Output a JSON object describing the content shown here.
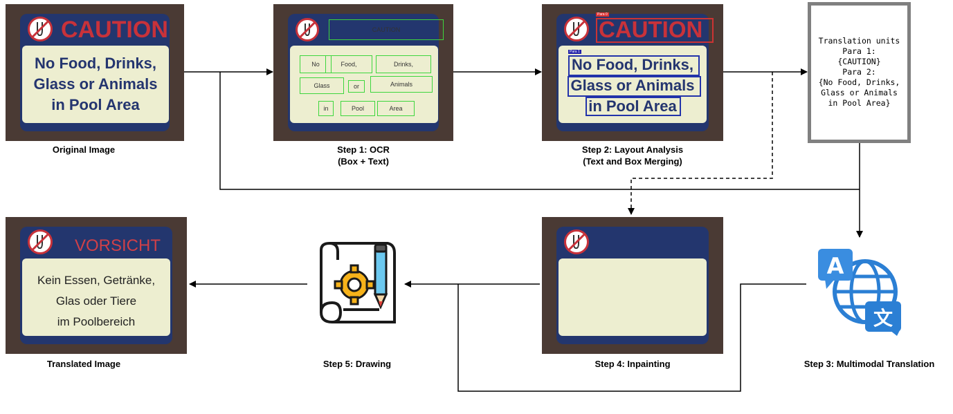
{
  "original": {
    "caution": "CAUTION",
    "lines": [
      "No Food, Drinks,",
      "Glass or Animals",
      "in Pool Area"
    ],
    "caption": "Original Image"
  },
  "step1": {
    "caution_box": "CAUTION",
    "boxes": [
      "No",
      "Food,",
      "Drinks,",
      "Glass",
      "or",
      "Animals",
      "in",
      "Pool",
      "Area"
    ],
    "caption_lines": [
      "Step 1: OCR",
      "(Box + Text)"
    ]
  },
  "step2": {
    "para0_tag": "Para 0",
    "para1_tag": "Para 1",
    "caption_lines": [
      "Step 2: Layout Analysis",
      "(Text and Box Merging)"
    ]
  },
  "translation_units": {
    "lines": [
      "Translation units",
      "Para 1:",
      "{CAUTION}",
      "Para 2:",
      "{No Food, Drinks,",
      "Glass or Animals",
      "in Pool Area}"
    ]
  },
  "step3": {
    "caption": "Step 3: Multimodal Translation",
    "icon": "translate-globe-icon"
  },
  "step4": {
    "caption": "Step 4: Inpainting"
  },
  "step5": {
    "caption": "Step 5: Drawing",
    "icon": "blueprint-gear-pencil-icon"
  },
  "translated": {
    "vorsicht": "VORSICHT",
    "lines": [
      "Kein Essen, Getränke,",
      "Glas oder Tiere",
      "im Poolbereich"
    ],
    "caption": "Translated Image"
  },
  "colors": {
    "sign_red": "#c8323a",
    "sign_blue": "#24356f",
    "ocr_green": "#3dd63d",
    "layout_blue": "#2233aa",
    "icon_blue": "#2b7fd4"
  }
}
